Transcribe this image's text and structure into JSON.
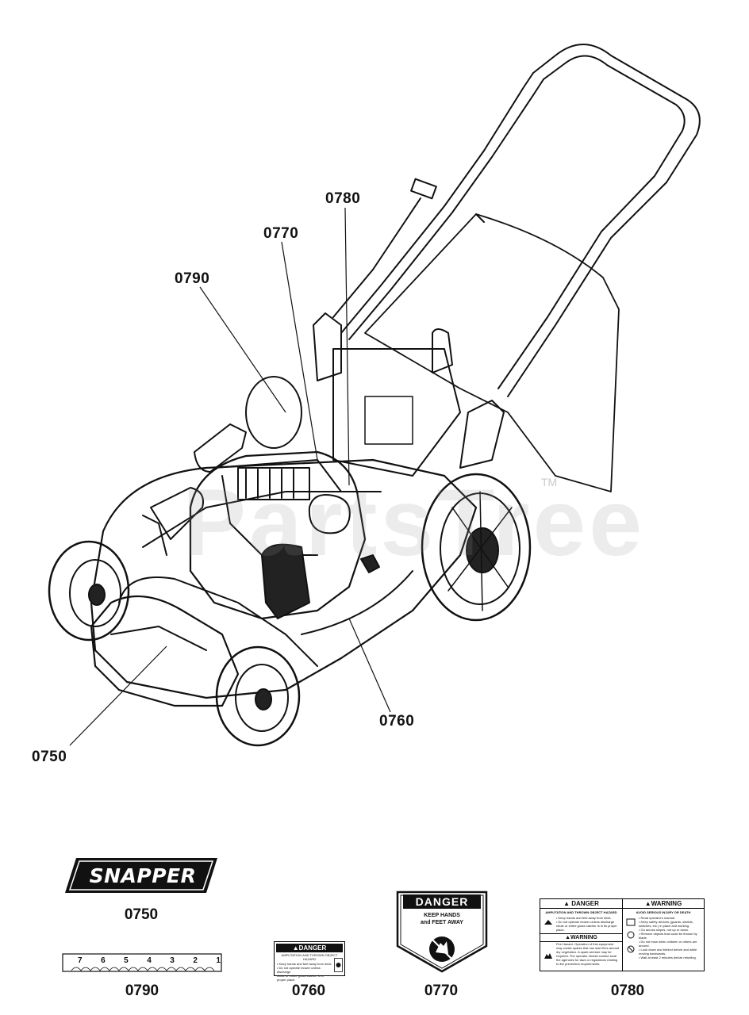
{
  "callouts": {
    "c0780": "0780",
    "c0770": "0770",
    "c0790": "0790",
    "c0760": "0760",
    "c0750": "0750"
  },
  "watermark": "PartsTree",
  "trademark": "TM",
  "decals": {
    "snapper": {
      "logo_text": "SNAPPER",
      "part": "0750"
    },
    "ruler": {
      "numbers": [
        "7",
        "6",
        "5",
        "4",
        "3",
        "2",
        "1"
      ],
      "part": "0790"
    },
    "danger_small": {
      "header": "▲DANGER",
      "subheader": "AMPUTATION AND THROWN OBJECT HAZARD",
      "lines": [
        "• Keep hands and feet away from deck.",
        "• Do not operate mower unless discharge",
        "chute or entire grass catcher is in",
        "proper place."
      ],
      "part": "0760"
    },
    "shield": {
      "title": "DANGER",
      "line1": "KEEP HANDS",
      "line2": "and FEET AWAY",
      "part": "0770"
    },
    "big_label": {
      "left_header": "▲ DANGER",
      "left_sub": "AMPUTATION AND THROWN OBJECT HAZARD",
      "left_lines": [
        "• Keep hands and feet away from deck.",
        "• Do not operate mower unless discharge chute or entire grass catcher is in its proper place."
      ],
      "left_warning": "▲WARNING",
      "fire_lines": [
        "Fire Hazard. Operation of this equipment may create sparks that can start fires around dry vegetation. A spark arrestor may be required. The operator should contact local fire agencies for laws or regulations relating to fire prevention requirements."
      ],
      "right_header": "▲WARNING",
      "right_sub": "AVOID SERIOUS INJURY OR DEATH",
      "right_lines": [
        "• Read operator's manual.",
        "• Keep safety devices (guards, shields, switches, etc.) in place and working.",
        "• Go across slopes, not up or down.",
        "• Remove objects that could be thrown by blade.",
        "• Do not mow when children or others are around.",
        "• Look down and behind before and while moving backwards.",
        "• Wait at least 2 minutes before refueling."
      ],
      "part": "0780"
    }
  }
}
